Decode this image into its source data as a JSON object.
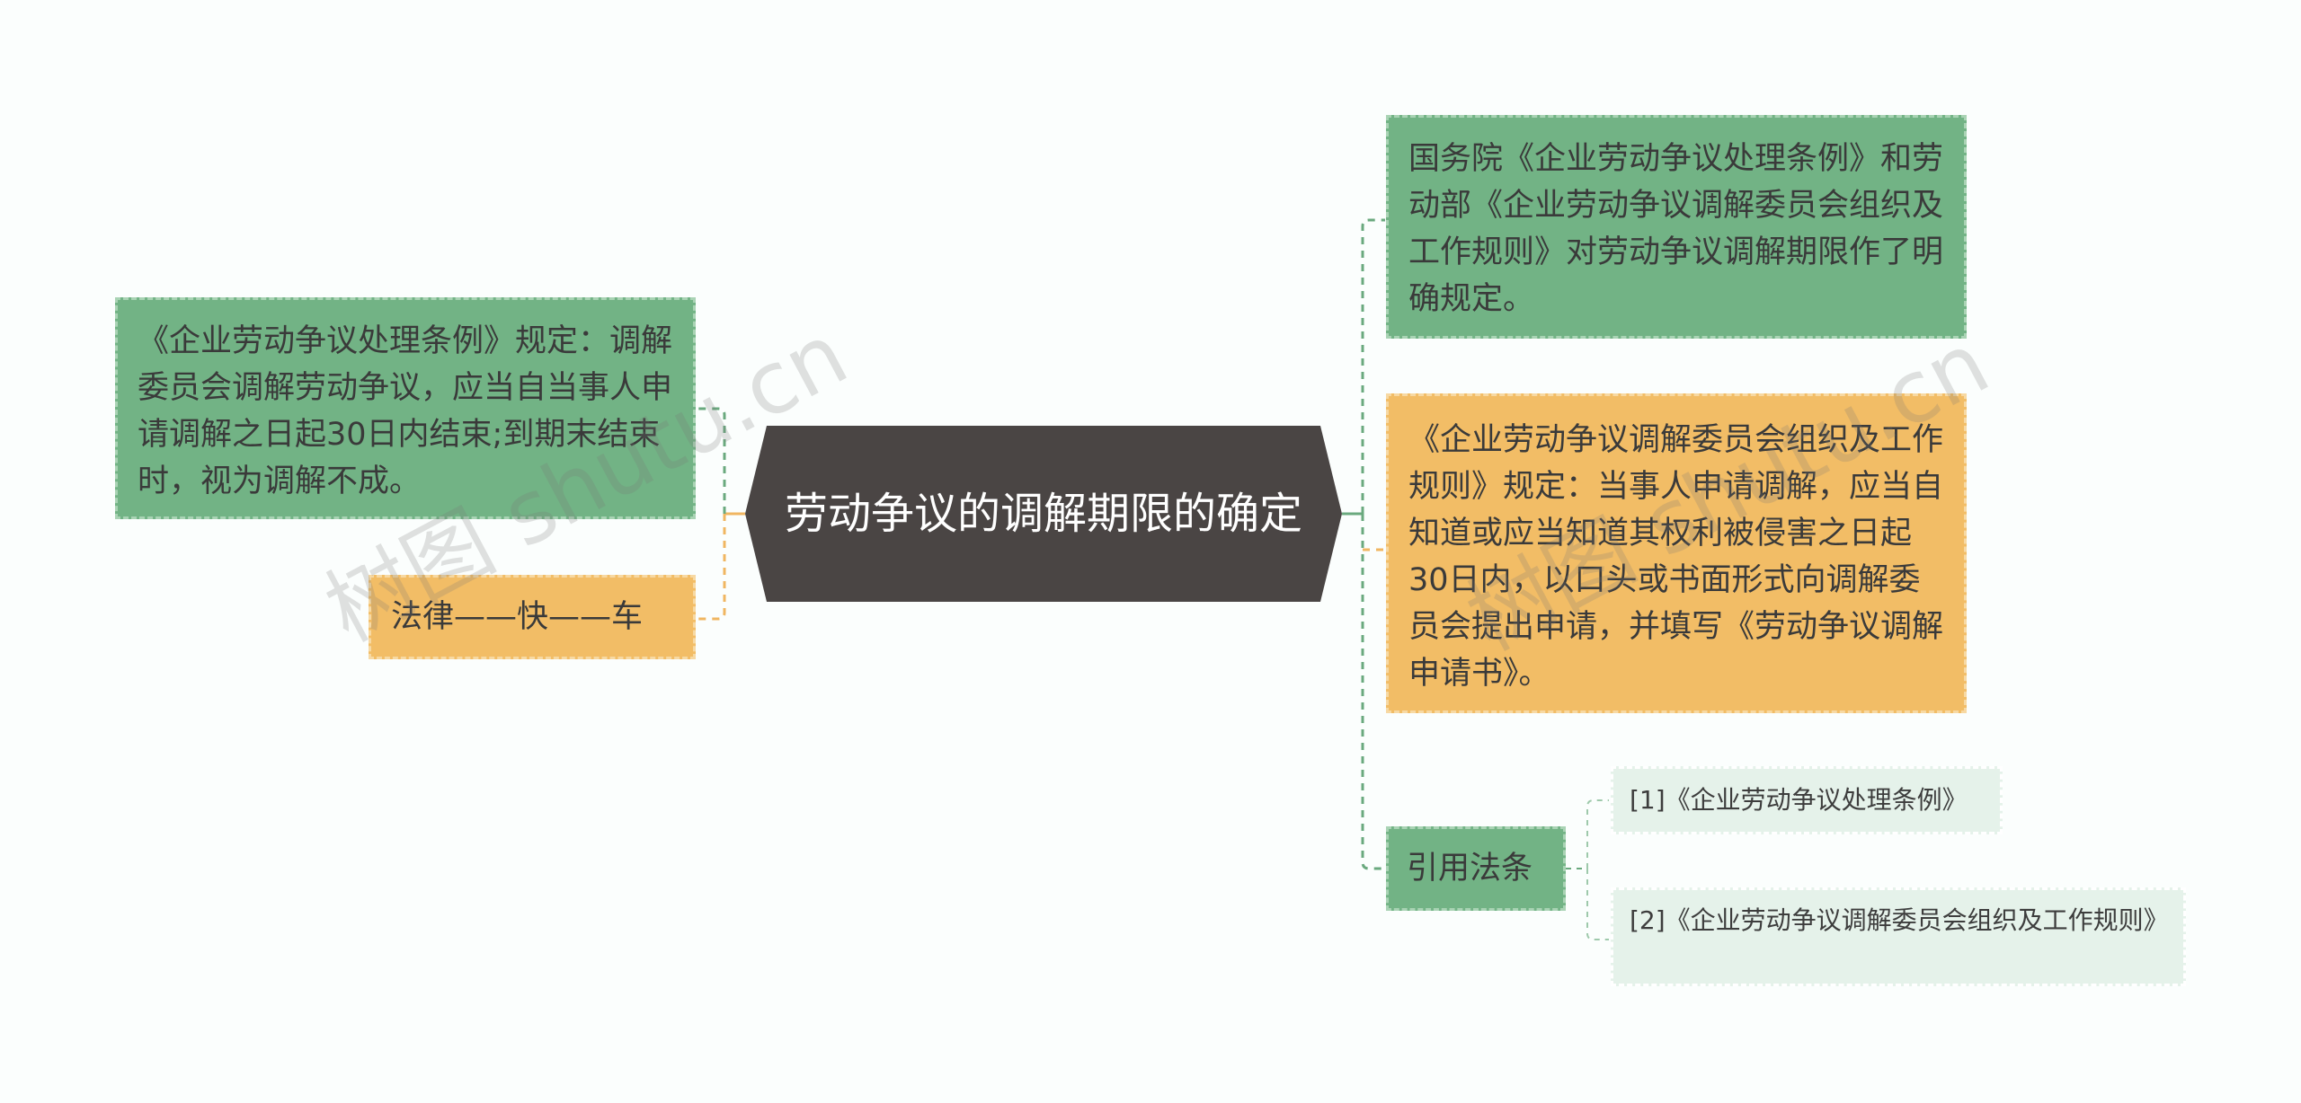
{
  "center": {
    "title": "劳动争议的调解期限的确定"
  },
  "left_nodes": [
    {
      "text": "《企业劳动争议处理条例》规定：调解委员会调解劳动争议，应当自当事人申请调解之日起30日内结束;到期末结束时，视为调解不成。"
    },
    {
      "text": "法律——快——车"
    }
  ],
  "right_nodes": [
    {
      "text": "国务院《企业劳动争议处理条例》和劳动部《企业劳动争议调解委员会组织及工作规则》对劳动争议调解期限作了明确规定。"
    },
    {
      "text": "《企业劳动争议调解委员会组织及工作规则》规定：当事人申请调解，应当自知道或应当知道其权利被侵害之日起30日内，以口头或书面形式向调解委员会提出申请，并填写《劳动争议调解申请书》。"
    },
    {
      "text": "引用法条"
    }
  ],
  "references": [
    {
      "text": "[1]《企业劳动争议处理条例》"
    },
    {
      "text": "[2]《企业劳动争议调解委员会组织及工作规则》"
    }
  ],
  "watermarks": [
    "树图 shutu.cn",
    "树图 shutu.cn"
  ],
  "colors": {
    "center": "#4a4544",
    "green": "#72b385",
    "orange": "#f2bd66",
    "pale": "#e5f2ea",
    "green_line": "#6aa97e",
    "orange_line": "#f0b661"
  }
}
